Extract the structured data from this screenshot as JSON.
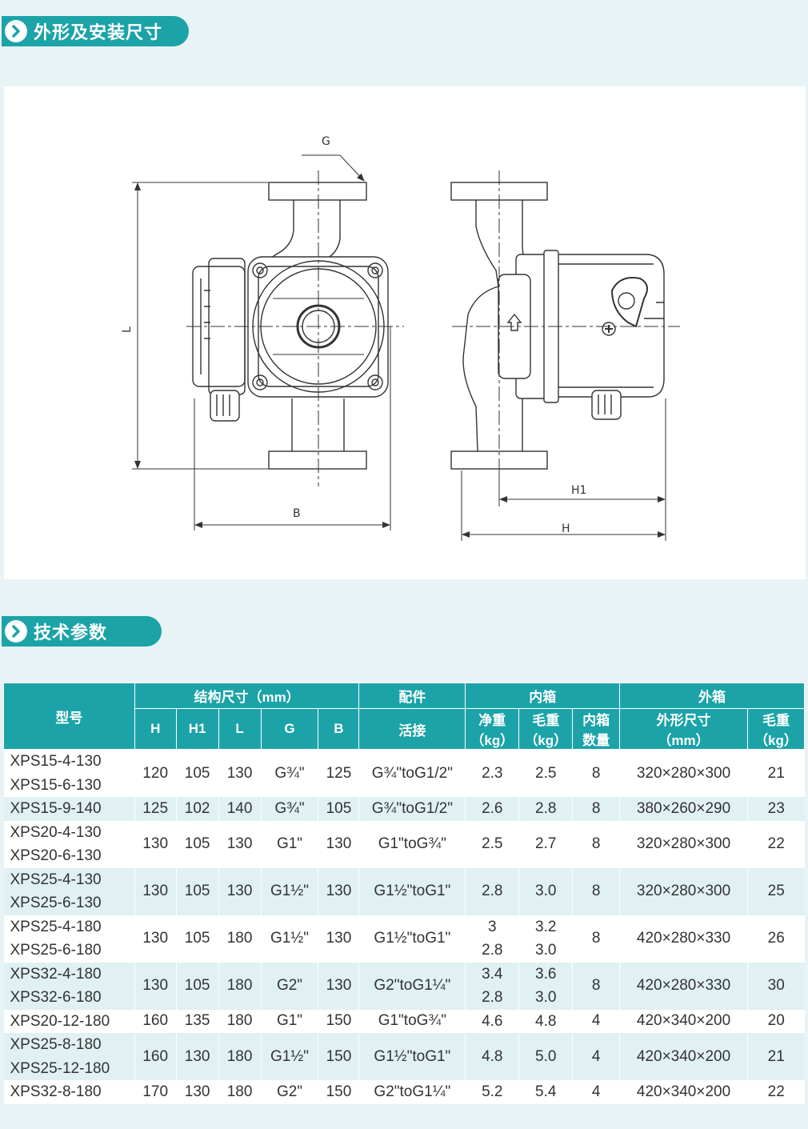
{
  "sections": {
    "dimensions_title": "外形及安装尺寸",
    "tech_title": "技术参数"
  },
  "diagram": {
    "labels": {
      "G": "G",
      "L": "L",
      "B": "B",
      "H1": "H1",
      "H": "H"
    }
  },
  "table": {
    "header": {
      "model": "型号",
      "struct": "结构尺寸（mm）",
      "fitting": "配件",
      "inner": "内箱",
      "outer": "外箱",
      "H": "H",
      "H1": "H1",
      "L": "L",
      "G": "G",
      "B": "B",
      "union": "活接",
      "net_weight": "净重",
      "net_weight_unit": "（kg）",
      "gross_weight": "毛重",
      "gross_weight_unit": "（kg）",
      "inner_qty": "内箱",
      "inner_qty2": "数量",
      "outer_size": "外形尺寸",
      "outer_size_unit": "（mm）",
      "outer_gross": "毛重",
      "outer_gross_unit": "（kg）"
    },
    "rows": [
      {
        "models": [
          "XPS15-4-130",
          "XPS15-6-130"
        ],
        "H": "120",
        "H1": "105",
        "L": "130",
        "G": "G¾\"",
        "B": "125",
        "union": "G¾\"toG1/2\"",
        "net": [
          "2.3"
        ],
        "gross": [
          "2.5"
        ],
        "qty": "8",
        "size": "320×280×300",
        "outer_gross": "21"
      },
      {
        "models": [
          "XPS15-9-140"
        ],
        "H": "125",
        "H1": "102",
        "L": "140",
        "G": "G¾\"",
        "B": "105",
        "union": "G¾\"toG1/2\"",
        "net": [
          "2.6"
        ],
        "gross": [
          "2.8"
        ],
        "qty": "8",
        "size": "380×260×290",
        "outer_gross": "23"
      },
      {
        "models": [
          "XPS20-4-130",
          "XPS20-6-130"
        ],
        "H": "130",
        "H1": "105",
        "L": "130",
        "G": "G1\"",
        "B": "130",
        "union": "G1\"toG¾\"",
        "net": [
          "2.5"
        ],
        "gross": [
          "2.7"
        ],
        "qty": "8",
        "size": "320×280×300",
        "outer_gross": "22"
      },
      {
        "models": [
          "XPS25-4-130",
          "XPS25-6-130"
        ],
        "H": "130",
        "H1": "105",
        "L": "130",
        "G": "G1½\"",
        "B": "130",
        "union": "G1½\"toG1\"",
        "net": [
          "2.8"
        ],
        "gross": [
          "3.0"
        ],
        "qty": "8",
        "size": "320×280×300",
        "outer_gross": "25"
      },
      {
        "models": [
          "XPS25-4-180",
          "XPS25-6-180"
        ],
        "H": "130",
        "H1": "105",
        "L": "180",
        "G": "G1½\"",
        "B": "130",
        "union": "G1½\"toG1\"",
        "net": [
          "3",
          "2.8"
        ],
        "gross": [
          "3.2",
          "3.0"
        ],
        "qty": "8",
        "size": "420×280×330",
        "outer_gross": "26"
      },
      {
        "models": [
          "XPS32-4-180",
          "XPS32-6-180"
        ],
        "H": "130",
        "H1": "105",
        "L": "180",
        "G": "G2\"",
        "B": "130",
        "union": "G2\"toG1¼\"",
        "net": [
          "3.4",
          "2.8"
        ],
        "gross": [
          "3.6",
          "3.0"
        ],
        "qty": "8",
        "size": "420×280×330",
        "outer_gross": "30"
      },
      {
        "models": [
          "XPS20-12-180"
        ],
        "H": "160",
        "H1": "135",
        "L": "180",
        "G": "G1\"",
        "B": "150",
        "union": "G1\"toG¾\"",
        "net": [
          "4.6"
        ],
        "gross": [
          "4.8"
        ],
        "qty": "4",
        "size": "420×340×200",
        "outer_gross": "20"
      },
      {
        "models": [
          "XPS25-8-180",
          "XPS25-12-180"
        ],
        "H": "160",
        "H1": "130",
        "L": "180",
        "G": "G1½\"",
        "B": "150",
        "union": "G1½\"toG1\"",
        "net": [
          "4.8"
        ],
        "gross": [
          "5.0"
        ],
        "qty": "4",
        "size": "420×340×200",
        "outer_gross": "21"
      },
      {
        "models": [
          "XPS32-8-180"
        ],
        "H": "170",
        "H1": "130",
        "L": "180",
        "G": "G2\"",
        "B": "150",
        "union": "G2\"toG1¼\"",
        "net": [
          "5.2"
        ],
        "gross": [
          "5.4"
        ],
        "qty": "4",
        "size": "420×340×200",
        "outer_gross": "22"
      }
    ]
  }
}
